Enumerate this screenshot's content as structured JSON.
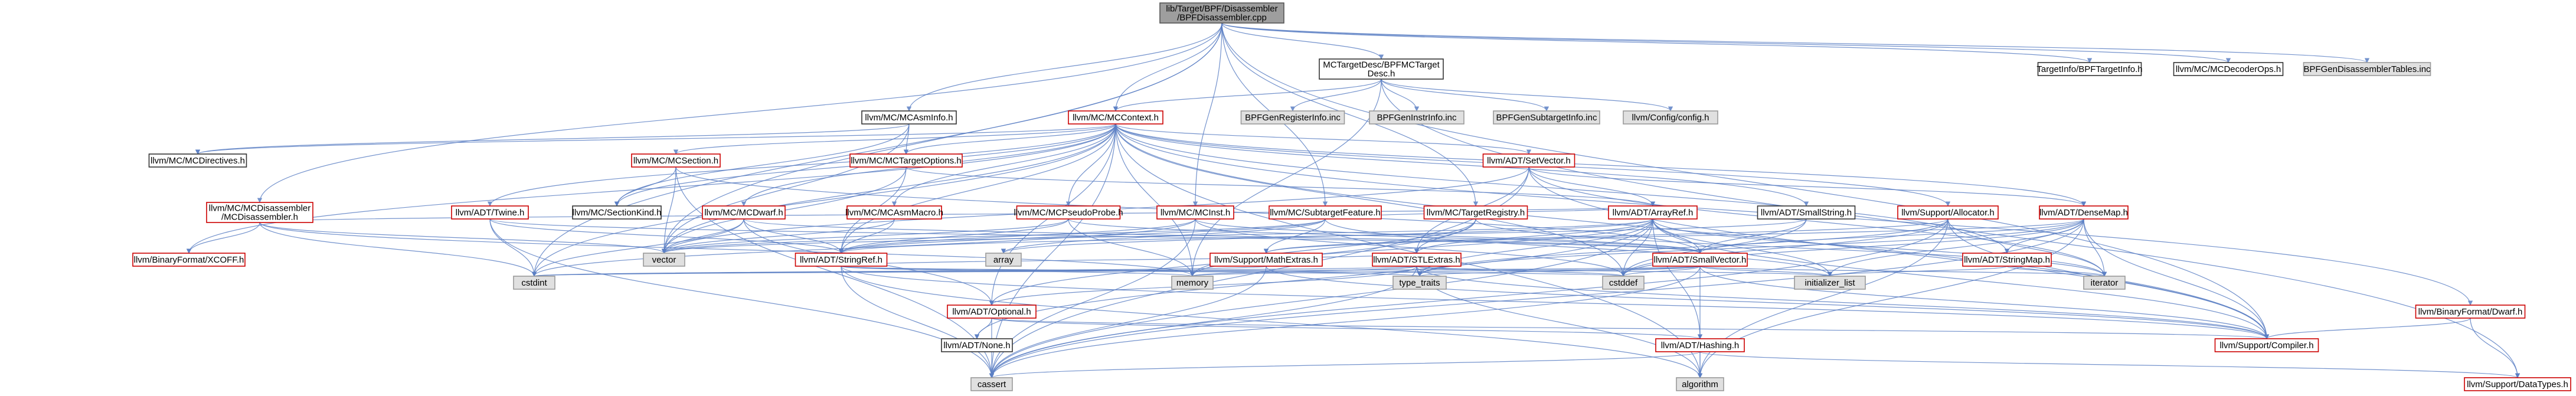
{
  "graph_title": "lib/Target/BPF/Disassembler/BPFDisassembler.cpp",
  "legend_colors": {
    "root_fill": "#9e9e9e",
    "documented_fill": "#ffffff",
    "red_border": "#cc0000",
    "black_border": "#333333",
    "system_fill": "#e0e0e0",
    "system_border": "#999999",
    "edge": "#4a6fb5"
  },
  "nodes": [
    {
      "id": "root",
      "label": [
        "lib/Target/BPF/Disassembler",
        "/BPFDisassembler.cpp"
      ],
      "style": "root"
    },
    {
      "id": "bpftdesc",
      "label": [
        "MCTargetDesc/BPFMCTarget",
        "Desc.h"
      ],
      "style": "black"
    },
    {
      "id": "tgtinfo",
      "label": [
        "TargetInfo/BPFTargetInfo.h"
      ],
      "style": "black"
    },
    {
      "id": "mcdecoderops",
      "label": [
        "llvm/MC/MCDecoderOps.h"
      ],
      "style": "black"
    },
    {
      "id": "gendisasm",
      "label": [
        "BPFGenDisassemblerTables.inc"
      ],
      "style": "sys"
    },
    {
      "id": "mcasminfo",
      "label": [
        "llvm/MC/MCAsmInfo.h"
      ],
      "style": "black"
    },
    {
      "id": "mccontext",
      "label": [
        "llvm/MC/MCContext.h"
      ],
      "style": "red"
    },
    {
      "id": "genreg",
      "label": [
        "BPFGenRegisterInfo.inc"
      ],
      "style": "sys"
    },
    {
      "id": "geninstr",
      "label": [
        "BPFGenInstrInfo.inc"
      ],
      "style": "sys"
    },
    {
      "id": "gensub",
      "label": [
        "BPFGenSubtargetInfo.inc"
      ],
      "style": "sys"
    },
    {
      "id": "config",
      "label": [
        "llvm/Config/config.h"
      ],
      "style": "sys"
    },
    {
      "id": "mcdirectives",
      "label": [
        "llvm/MC/MCDirectives.h"
      ],
      "style": "black"
    },
    {
      "id": "mcsection",
      "label": [
        "llvm/MC/MCSection.h"
      ],
      "style": "red"
    },
    {
      "id": "mctargetopts",
      "label": [
        "llvm/MC/MCTargetOptions.h"
      ],
      "style": "red"
    },
    {
      "id": "setvector",
      "label": [
        "llvm/ADT/SetVector.h"
      ],
      "style": "red"
    },
    {
      "id": "mcdisasm",
      "label": [
        "llvm/MC/MCDisassembler",
        "/MCDisassembler.h"
      ],
      "style": "red"
    },
    {
      "id": "triple",
      "label": [
        "llvm/ADT/Twine.h"
      ],
      "style": "red"
    },
    {
      "id": "sectionkind",
      "label": [
        "llvm/MC/SectionKind.h"
      ],
      "style": "black"
    },
    {
      "id": "mcdwarf",
      "label": [
        "llvm/MC/MCDwarf.h"
      ],
      "style": "red"
    },
    {
      "id": "mcasmmacro",
      "label": [
        "llvm/MC/MCAsmMacro.h"
      ],
      "style": "red"
    },
    {
      "id": "pseudoprobe",
      "label": [
        "llvm/MC/MCPseudoProbe.h"
      ],
      "style": "red"
    },
    {
      "id": "mcinst",
      "label": [
        "llvm/MC/MCInst.h"
      ],
      "style": "red"
    },
    {
      "id": "subtargetfeature",
      "label": [
        "llvm/MC/SubtargetFeature.h"
      ],
      "style": "red"
    },
    {
      "id": "targetregistry",
      "label": [
        "llvm/MC/TargetRegistry.h"
      ],
      "style": "red"
    },
    {
      "id": "arrayref",
      "label": [
        "llvm/ADT/ArrayRef.h"
      ],
      "style": "red"
    },
    {
      "id": "smallstring",
      "label": [
        "llvm/ADT/SmallString.h"
      ],
      "style": "black"
    },
    {
      "id": "allocator",
      "label": [
        "llvm/Support/Allocator.h"
      ],
      "style": "red"
    },
    {
      "id": "densemap",
      "label": [
        "llvm/ADT/DenseMap.h"
      ],
      "style": "red"
    },
    {
      "id": "bindwarf",
      "label": [
        "llvm/BinaryFormat/Dwarf.h"
      ],
      "style": "red"
    },
    {
      "id": "xcoff",
      "label": [
        "llvm/BinaryFormat/XCOFF.h"
      ],
      "style": "red"
    },
    {
      "id": "vector",
      "label": [
        "vector"
      ],
      "style": "sys"
    },
    {
      "id": "stringref",
      "label": [
        "llvm/ADT/StringRef.h"
      ],
      "style": "red"
    },
    {
      "id": "array",
      "label": [
        "array"
      ],
      "style": "sys"
    },
    {
      "id": "mathextras",
      "label": [
        "llvm/Support/MathExtras.h"
      ],
      "style": "red"
    },
    {
      "id": "stlextras",
      "label": [
        "llvm/ADT/STLExtras.h"
      ],
      "style": "red"
    },
    {
      "id": "smallvector",
      "label": [
        "llvm/ADT/SmallVector.h"
      ],
      "style": "red"
    },
    {
      "id": "stringmap",
      "label": [
        "llvm/ADT/StringMap.h"
      ],
      "style": "red"
    },
    {
      "id": "cstdint",
      "label": [
        "cstdint"
      ],
      "style": "sys"
    },
    {
      "id": "memory",
      "label": [
        "memory"
      ],
      "style": "sys"
    },
    {
      "id": "typetraits",
      "label": [
        "type_traits"
      ],
      "style": "sys"
    },
    {
      "id": "cstddef",
      "label": [
        "cstddef"
      ],
      "style": "sys"
    },
    {
      "id": "initlist",
      "label": [
        "initializer_list"
      ],
      "style": "sys"
    },
    {
      "id": "iterator",
      "label": [
        "iterator"
      ],
      "style": "sys"
    },
    {
      "id": "optional",
      "label": [
        "llvm/ADT/Optional.h"
      ],
      "style": "red"
    },
    {
      "id": "none",
      "label": [
        "llvm/ADT/None.h"
      ],
      "style": "black"
    },
    {
      "id": "hashing",
      "label": [
        "llvm/ADT/Hashing.h"
      ],
      "style": "red"
    },
    {
      "id": "compiler",
      "label": [
        "llvm/Support/Compiler.h"
      ],
      "style": "red"
    },
    {
      "id": "cassert",
      "label": [
        "cassert"
      ],
      "style": "sys"
    },
    {
      "id": "algorithm",
      "label": [
        "algorithm"
      ],
      "style": "sys"
    },
    {
      "id": "datatypes",
      "label": [
        "llvm/Support/DataTypes.h"
      ],
      "style": "red"
    }
  ],
  "edges": [
    [
      "root",
      "bpftdesc"
    ],
    [
      "root",
      "tgtinfo"
    ],
    [
      "root",
      "mcdecoderops"
    ],
    [
      "root",
      "gendisasm"
    ],
    [
      "root",
      "mcasminfo"
    ],
    [
      "root",
      "mccontext"
    ],
    [
      "root",
      "mcdisasm"
    ],
    [
      "root",
      "mcinst"
    ],
    [
      "root",
      "subtargetfeature"
    ],
    [
      "root",
      "targetregistry"
    ],
    [
      "root",
      "cstdint"
    ],
    [
      "root",
      "vector"
    ],
    [
      "root",
      "compiler"
    ],
    [
      "bpftdesc",
      "genreg"
    ],
    [
      "bpftdesc",
      "geninstr"
    ],
    [
      "bpftdesc",
      "gensub"
    ],
    [
      "bpftdesc",
      "config"
    ],
    [
      "bpftdesc",
      "mccontext"
    ],
    [
      "bpftdesc",
      "datatypes"
    ],
    [
      "bpftdesc",
      "memory"
    ],
    [
      "mcasminfo",
      "mcdirectives"
    ],
    [
      "mcasminfo",
      "mctargetopts"
    ],
    [
      "mcasminfo",
      "vector"
    ],
    [
      "mcasminfo",
      "sectionkind"
    ],
    [
      "mccontext",
      "mcdirectives"
    ],
    [
      "mccontext",
      "mcsection"
    ],
    [
      "mccontext",
      "mctargetopts"
    ],
    [
      "mccontext",
      "setvector"
    ],
    [
      "mccontext",
      "triple"
    ],
    [
      "mccontext",
      "sectionkind"
    ],
    [
      "mccontext",
      "mcdwarf"
    ],
    [
      "mccontext",
      "mcasmmacro"
    ],
    [
      "mccontext",
      "pseudoprobe"
    ],
    [
      "mccontext",
      "smallstring"
    ],
    [
      "mccontext",
      "allocator"
    ],
    [
      "mccontext",
      "densemap"
    ],
    [
      "mccontext",
      "bindwarf"
    ],
    [
      "mccontext",
      "xcoff"
    ],
    [
      "mccontext",
      "stringmap"
    ],
    [
      "mccontext",
      "stringref"
    ],
    [
      "mccontext",
      "compiler"
    ],
    [
      "mccontext",
      "cassert"
    ],
    [
      "mccontext",
      "cstddef"
    ],
    [
      "mccontext",
      "cstdint"
    ],
    [
      "mccontext",
      "algorithm"
    ],
    [
      "mccontext",
      "memory"
    ],
    [
      "mccontext",
      "optional"
    ],
    [
      "mccontext",
      "vector"
    ],
    [
      "mcsection",
      "sectionkind"
    ],
    [
      "mcsection",
      "smallvector"
    ],
    [
      "mcsection",
      "vector"
    ],
    [
      "mcsection",
      "cassert"
    ],
    [
      "mctargetopts",
      "arrayref"
    ],
    [
      "mctargetopts",
      "stringref"
    ],
    [
      "mctargetopts",
      "vector"
    ],
    [
      "setvector",
      "arrayref"
    ],
    [
      "setvector",
      "densemap"
    ],
    [
      "setvector",
      "stlextras"
    ],
    [
      "setvector",
      "compiler"
    ],
    [
      "setvector",
      "cassert"
    ],
    [
      "setvector",
      "iterator"
    ],
    [
      "setvector",
      "vector"
    ],
    [
      "mcdisasm",
      "xcoff"
    ],
    [
      "mcdisasm",
      "cstdint"
    ],
    [
      "mcdisasm",
      "arrayref"
    ],
    [
      "mcdisasm",
      "vector"
    ],
    [
      "mcdisasm",
      "memory"
    ],
    [
      "triple",
      "smallvector"
    ],
    [
      "triple",
      "stringref"
    ],
    [
      "triple",
      "cassert"
    ],
    [
      "triple",
      "cstdint"
    ],
    [
      "mcdwarf",
      "smallvector"
    ],
    [
      "mcdwarf",
      "stringref"
    ],
    [
      "mcdwarf",
      "optional"
    ],
    [
      "mcdwarf",
      "vector"
    ],
    [
      "mcdwarf",
      "cstdint"
    ],
    [
      "mcasmmacro",
      "stringref"
    ],
    [
      "mcasmmacro",
      "vector"
    ],
    [
      "pseudoprobe",
      "smallvector"
    ],
    [
      "pseudoprobe",
      "stringref"
    ],
    [
      "pseudoprobe",
      "vector"
    ],
    [
      "pseudoprobe",
      "memory"
    ],
    [
      "mcinst",
      "smallvector"
    ],
    [
      "mcinst",
      "stringref"
    ],
    [
      "mcinst",
      "cstddef"
    ],
    [
      "mcinst",
      "cstdint"
    ],
    [
      "mcinst",
      "cassert"
    ],
    [
      "subtargetfeature",
      "arrayref"
    ],
    [
      "subtargetfeature",
      "stringref"
    ],
    [
      "subtargetfeature",
      "mathextras"
    ],
    [
      "subtargetfeature",
      "array"
    ],
    [
      "subtargetfeature",
      "initlist"
    ],
    [
      "subtargetfeature",
      "vector"
    ],
    [
      "targetregistry",
      "stlextras"
    ],
    [
      "targetregistry",
      "optional"
    ],
    [
      "targetregistry",
      "iterator"
    ],
    [
      "targetregistry",
      "memory"
    ],
    [
      "arrayref",
      "hashing"
    ],
    [
      "arrayref",
      "none"
    ],
    [
      "arrayref",
      "smallvector"
    ],
    [
      "arrayref",
      "stlextras"
    ],
    [
      "arrayref",
      "compiler"
    ],
    [
      "arrayref",
      "array"
    ],
    [
      "arrayref",
      "cassert"
    ],
    [
      "arrayref",
      "cstddef"
    ],
    [
      "arrayref",
      "initlist"
    ],
    [
      "arrayref",
      "iterator"
    ],
    [
      "arrayref",
      "memory"
    ],
    [
      "arrayref",
      "typetraits"
    ],
    [
      "arrayref",
      "vector"
    ],
    [
      "smallstring",
      "smallvector"
    ],
    [
      "smallstring",
      "stringref"
    ],
    [
      "smallstring",
      "cstddef"
    ],
    [
      "allocator",
      "compiler"
    ],
    [
      "allocator",
      "mathextras"
    ],
    [
      "allocator",
      "algorithm"
    ],
    [
      "allocator",
      "cassert"
    ],
    [
      "allocator",
      "cstddef"
    ],
    [
      "allocator",
      "iterator"
    ],
    [
      "allocator",
      "typetraits"
    ],
    [
      "densemap",
      "stringmap"
    ],
    [
      "densemap",
      "smallvector"
    ],
    [
      "densemap",
      "compiler"
    ],
    [
      "densemap",
      "mathextras"
    ],
    [
      "densemap",
      "algorithm"
    ],
    [
      "densemap",
      "cassert"
    ],
    [
      "densemap",
      "cstddef"
    ],
    [
      "densemap",
      "initlist"
    ],
    [
      "densemap",
      "iterator"
    ],
    [
      "densemap",
      "typetraits"
    ],
    [
      "bindwarf",
      "datatypes"
    ],
    [
      "bindwarf",
      "compiler"
    ],
    [
      "stringref",
      "stlextras"
    ],
    [
      "stringref",
      "compiler"
    ],
    [
      "stringref",
      "algorithm"
    ],
    [
      "stringref",
      "cassert"
    ],
    [
      "stringref",
      "cstddef"
    ],
    [
      "stringref",
      "memory"
    ],
    [
      "stringref",
      "typetraits"
    ],
    [
      "mathextras",
      "compiler"
    ],
    [
      "mathextras",
      "cassert"
    ],
    [
      "mathextras",
      "cstdint"
    ],
    [
      "mathextras",
      "type_traits"
    ],
    [
      "stlextras",
      "optional"
    ],
    [
      "stlextras",
      "compiler"
    ],
    [
      "stlextras",
      "algorithm"
    ],
    [
      "stlextras",
      "cassert"
    ],
    [
      "stlextras",
      "cstddef"
    ],
    [
      "stlextras",
      "cstdint"
    ],
    [
      "stlextras",
      "initlist"
    ],
    [
      "stlextras",
      "memory"
    ],
    [
      "stlextras",
      "typetraits"
    ],
    [
      "smallvector",
      "compiler"
    ],
    [
      "smallvector",
      "algorithm"
    ],
    [
      "smallvector",
      "cassert"
    ],
    [
      "smallvector",
      "cstddef"
    ],
    [
      "smallvector",
      "cstdint"
    ],
    [
      "smallvector",
      "initlist"
    ],
    [
      "smallvector",
      "iterator"
    ],
    [
      "smallvector",
      "memory"
    ],
    [
      "smallvector",
      "typetraits"
    ],
    [
      "stringmap",
      "iterator"
    ],
    [
      "stringmap",
      "initlist"
    ],
    [
      "optional",
      "none"
    ],
    [
      "optional",
      "compiler"
    ],
    [
      "optional",
      "cassert"
    ],
    [
      "optional",
      "hashing"
    ],
    [
      "hashing",
      "algorithm"
    ],
    [
      "hashing",
      "cassert"
    ],
    [
      "hashing",
      "datatypes"
    ]
  ]
}
